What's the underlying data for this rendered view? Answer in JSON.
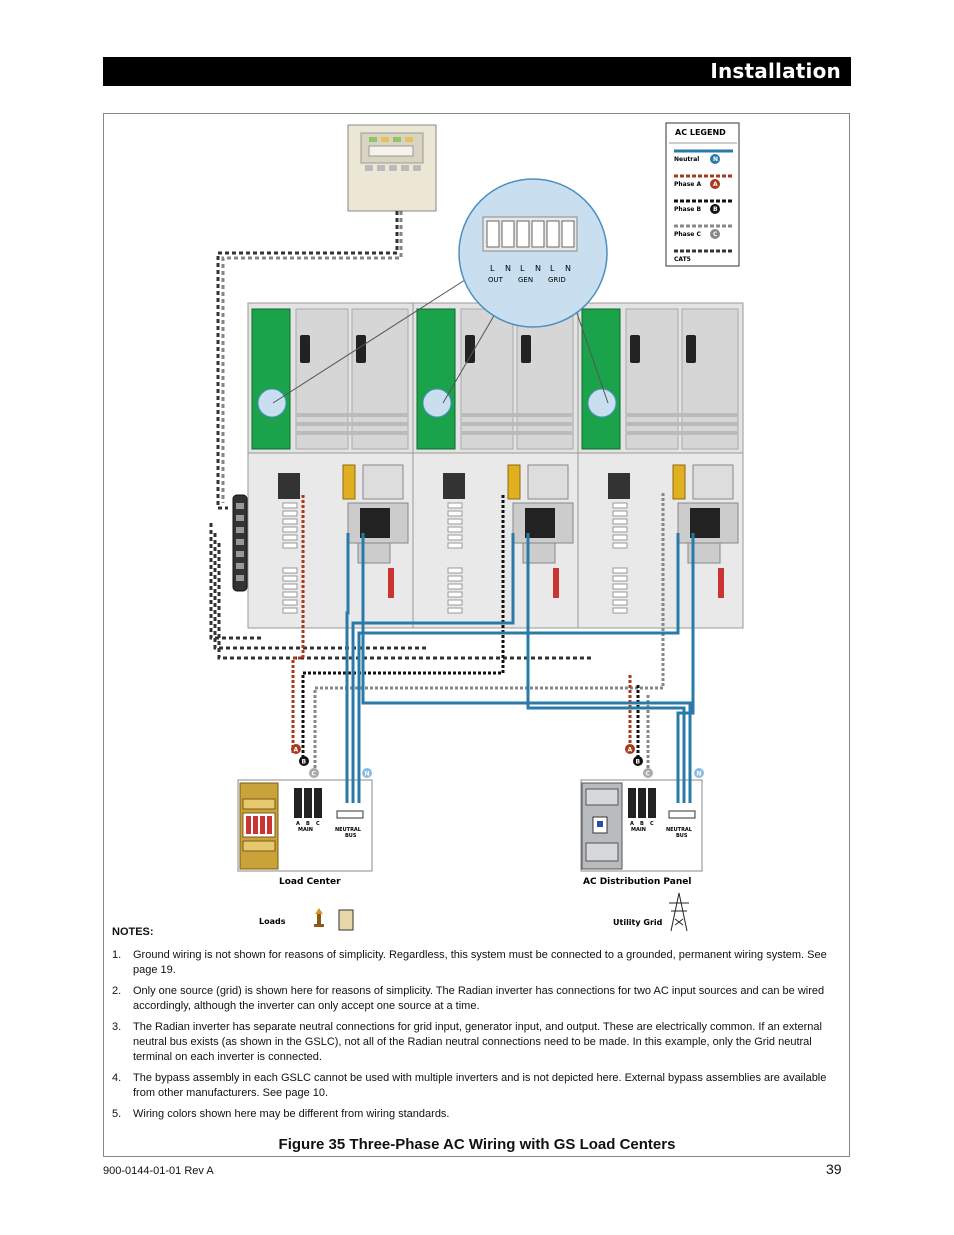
{
  "header": {
    "title": "Installation"
  },
  "diagram": {
    "legend": {
      "title": "AC LEGEND",
      "items": [
        {
          "label": "Neutral",
          "badge": "N",
          "color": "#2a7aa8"
        },
        {
          "label": "Phase A",
          "badge": "A",
          "color": "#a8391a"
        },
        {
          "label": "Phase B",
          "badge": "B",
          "color": "#111111"
        },
        {
          "label": "Phase C",
          "badge": "C",
          "color": "#888888"
        },
        {
          "label": "CAT5",
          "badge": "",
          "color": "#333333"
        }
      ]
    },
    "terminal_block": {
      "terminals": [
        "L",
        "N",
        "L",
        "N",
        "L",
        "N"
      ],
      "groups": [
        "OUT",
        "GEN",
        "GRID"
      ]
    },
    "load_center": {
      "title": "Load Center",
      "breaker_letters": [
        "A",
        "B",
        "C"
      ],
      "main_label": "MAIN",
      "neutral_label_1": "NEUTRAL",
      "neutral_label_2": "BUS",
      "loads_label": "Loads"
    },
    "ac_panel": {
      "title": "AC Distribution Panel",
      "breaker_letters": [
        "A",
        "B",
        "C"
      ],
      "main_label": "MAIN",
      "neutral_label_1": "NEUTRAL",
      "neutral_label_2": "BUS",
      "grid_label": "Utility Grid"
    },
    "phase_badges": {
      "a": "A",
      "b": "B",
      "c": "C",
      "n": "N"
    }
  },
  "notes": {
    "title": "NOTES:",
    "items": [
      {
        "num": "1.",
        "text": "Ground wiring is not shown for reasons of simplicity.  Regardless, this system must be connected to a grounded, permanent wiring system.  See page 19."
      },
      {
        "num": "2.",
        "text": "Only one source (grid) is shown here for reasons of simplicity. The Radian inverter has connections for two AC input sources and can be wired accordingly, although the inverter can only accept one source at a time."
      },
      {
        "num": "3.",
        "text": "The Radian inverter has separate neutral connections for grid input, generator input, and output.  These are electrically common.  If an external neutral bus exists (as shown in the GSLC), not all of the Radian neutral connections need to be made.  In this example, only the Grid neutral terminal on each inverter is connected."
      },
      {
        "num": "4.",
        "text": "The bypass assembly in each GSLC cannot be used with multiple inverters and is not depicted here.  External bypass assemblies are available from other manufacturers.  See page 10."
      },
      {
        "num": "5.",
        "text": "Wiring colors shown here may be different from wiring standards."
      }
    ]
  },
  "caption": "Figure 35   Three-Phase AC Wiring with GS Load Centers",
  "footer": {
    "doc_number": "900-0144-01-01 Rev A",
    "page_number": "39"
  }
}
